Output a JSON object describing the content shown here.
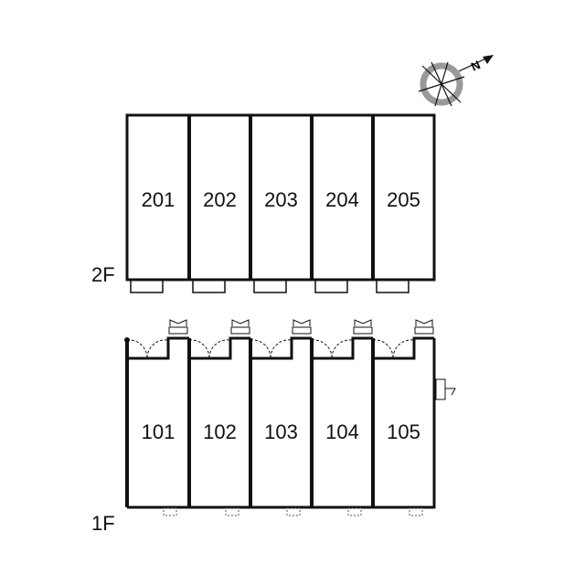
{
  "floors": [
    {
      "label": "2F",
      "units": [
        "201",
        "202",
        "203",
        "204",
        "205"
      ]
    },
    {
      "label": "1F",
      "units": [
        "101",
        "102",
        "103",
        "104",
        "105"
      ]
    }
  ],
  "compass": {
    "icon": "north-arrow-icon",
    "letter": "N"
  },
  "colors": {
    "wall": "#111111",
    "compass_ring": "#999999"
  }
}
